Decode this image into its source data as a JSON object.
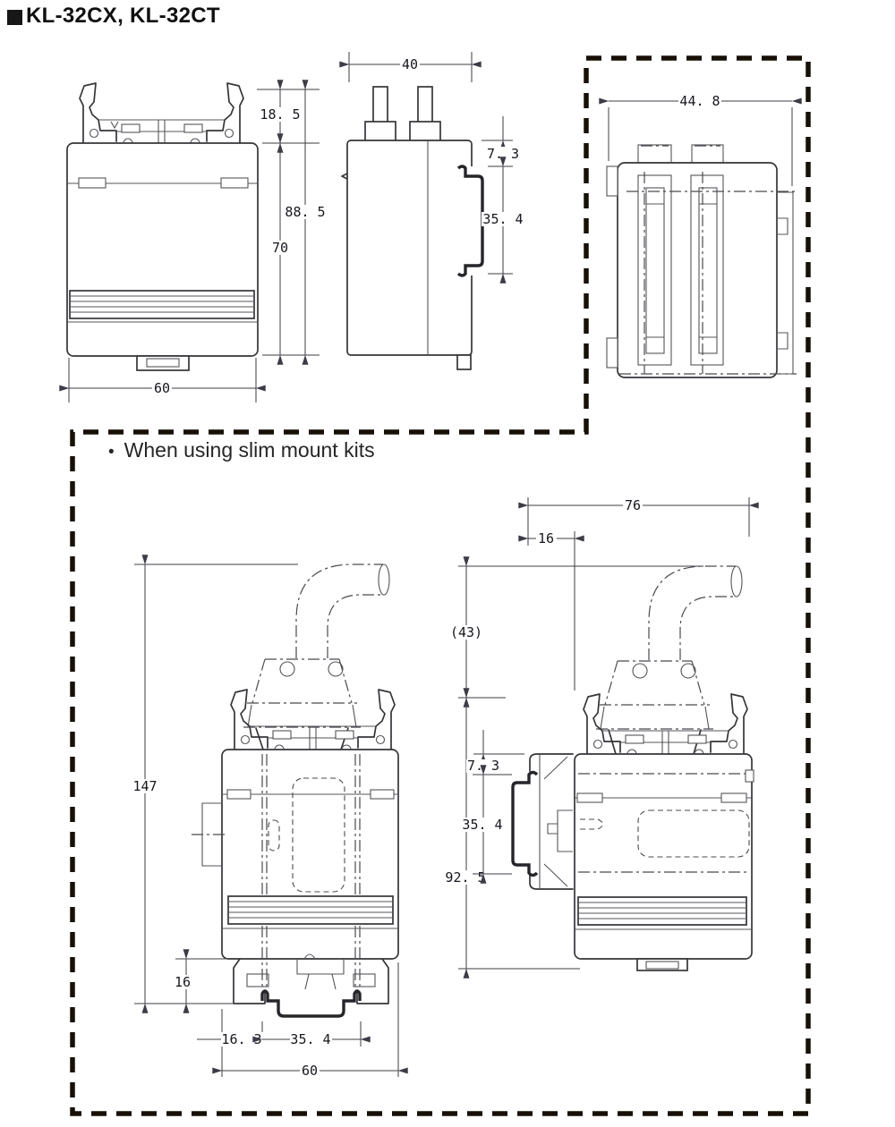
{
  "title": "KL-32CX, KL-32CT",
  "note": {
    "bullet": "•",
    "text": "When using slim mount kits"
  },
  "colors": {
    "line": "#35353a",
    "dim_text": "#16161e",
    "border": "#171006",
    "background": "#ffffff"
  },
  "views": {
    "front": {
      "dims": {
        "clip_height": "18. 5",
        "overall_height": "88. 5",
        "body_height": "70",
        "width": "60"
      }
    },
    "side": {
      "dims": {
        "depth": "40",
        "rail_offset": "7. 3",
        "rail_height": "35. 4"
      }
    },
    "top": {
      "dims": {
        "overall_depth": "44. 8"
      }
    },
    "slim_front": {
      "dims": {
        "overall_height": "147",
        "kit_height": "16",
        "rail_offset": "16. 3",
        "rail_width": "35. 4",
        "width": "60"
      }
    },
    "slim_side": {
      "dims": {
        "overall_depth": "76",
        "kit_depth": "16",
        "cable_height": "(43)",
        "rail_offset": "7. 3",
        "rail_height": "35. 4",
        "mounted_height": "92. 5"
      }
    }
  }
}
